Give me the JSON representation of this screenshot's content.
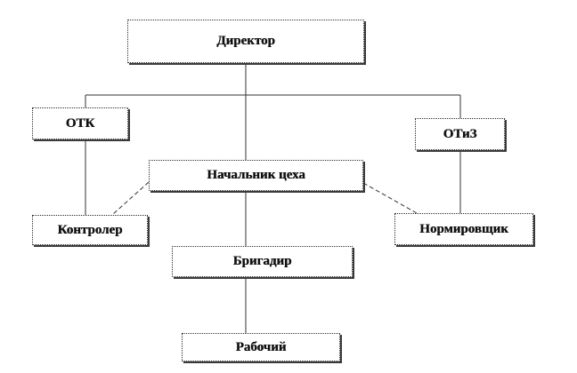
{
  "chart": {
    "nodes": {
      "director": "Директор",
      "otk": "ОТК",
      "otiz": "ОТиЗ",
      "chief": "Начальник цеха",
      "controller": "Контролер",
      "normer": "Нормировщик",
      "foreman": "Бригадир",
      "worker": "Рабочий"
    },
    "connections": [
      {
        "from": "director",
        "to": "otk",
        "style": "solid"
      },
      {
        "from": "director",
        "to": "otiz",
        "style": "solid"
      },
      {
        "from": "director",
        "to": "chief",
        "style": "solid"
      },
      {
        "from": "otk",
        "to": "controller",
        "style": "solid"
      },
      {
        "from": "otiz",
        "to": "normer",
        "style": "solid"
      },
      {
        "from": "chief",
        "to": "foreman",
        "style": "solid"
      },
      {
        "from": "foreman",
        "to": "worker",
        "style": "solid"
      },
      {
        "from": "chief",
        "to": "controller",
        "style": "dashed"
      },
      {
        "from": "chief",
        "to": "normer",
        "style": "dashed"
      }
    ]
  }
}
